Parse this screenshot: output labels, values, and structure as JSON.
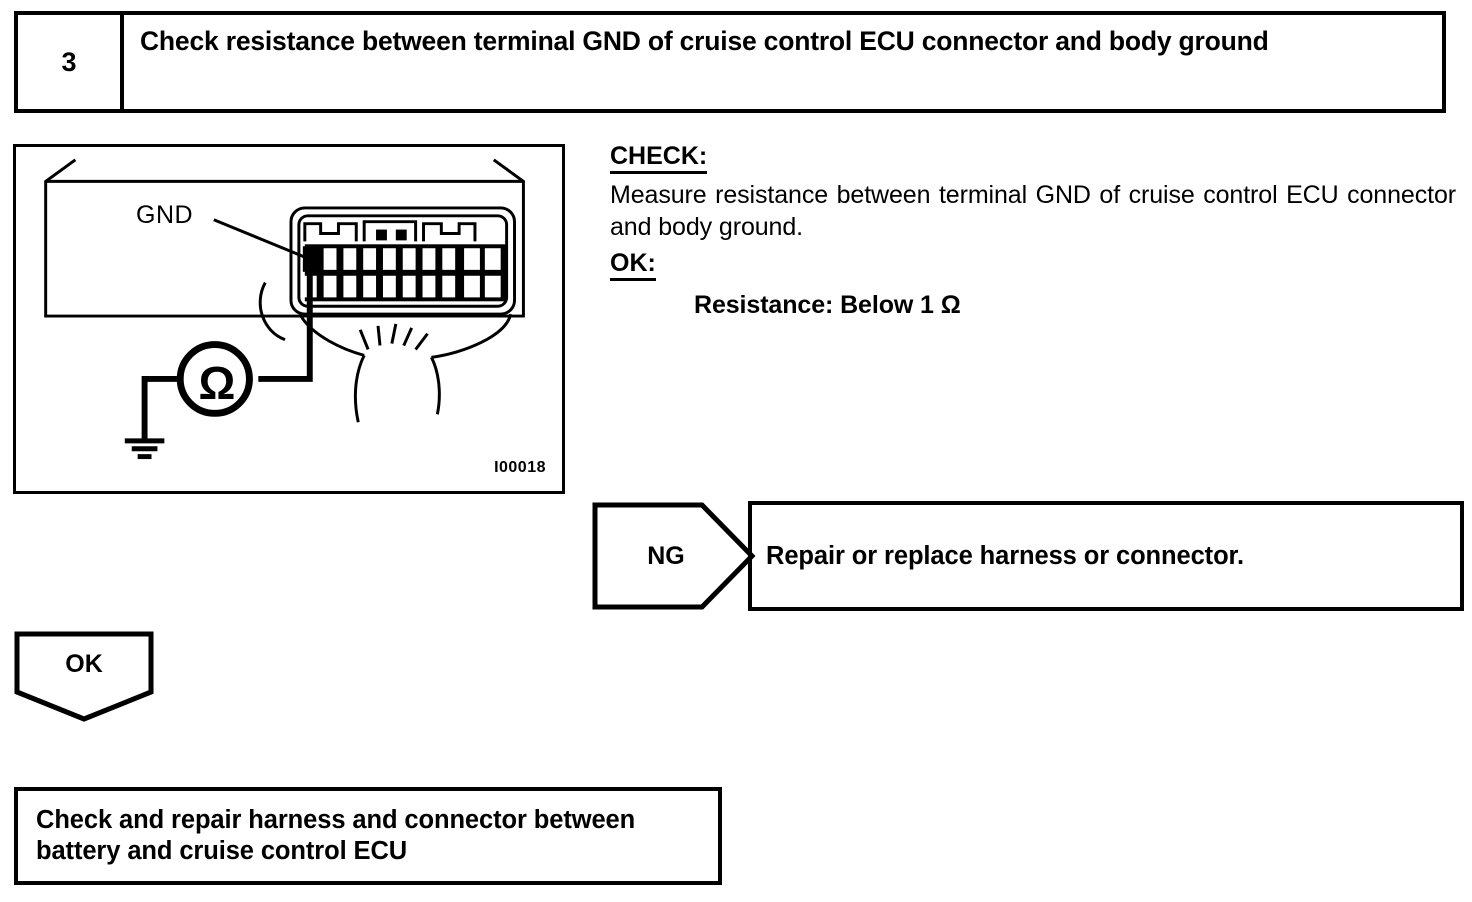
{
  "step_header": {
    "number": "3",
    "title": "Check resistance between terminal GND of cruise control ECU connector and body ground"
  },
  "illustration": {
    "terminal_label": "GND",
    "meter_symbol": "Ω",
    "figure_id": "I00018"
  },
  "check_section": {
    "check_label": "CHECK:",
    "check_text": "Measure resistance between terminal GND of cruise control ECU connector and body ground.",
    "ok_label": "OK:",
    "spec_text": "Resistance: Below 1 Ω"
  },
  "ng_branch": {
    "arrow_label": "NG",
    "result_text": "Repair or replace harness or connector."
  },
  "ok_branch": {
    "arrow_label": "OK"
  },
  "final_action": {
    "text": "Check and repair harness and connector between battery and cruise control ECU"
  },
  "colors": {
    "ink": "#000000",
    "paper": "#ffffff"
  }
}
